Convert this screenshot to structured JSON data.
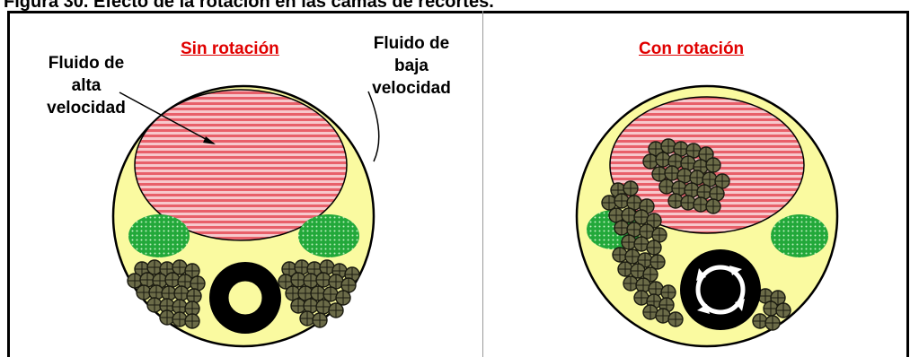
{
  "figure": {
    "title": "Figura 30. Efecto de la rotación en las camas de recortes."
  },
  "panels": [
    {
      "title": "Sin rotación",
      "labels": {
        "high_velocity": [
          "Fluido de",
          "alta",
          "velocidad"
        ],
        "low_velocity": [
          "Fluido de",
          "baja",
          "velocidad"
        ]
      }
    },
    {
      "title": "Con rotación"
    }
  ],
  "colors": {
    "annulus_fill": "#fafaa0",
    "high_velocity_stripes": "#e8606a",
    "low_velocity_zone": "#22a83a",
    "cuttings": "#4a4a30",
    "title_red": "#e00000",
    "pipe": "#000000"
  }
}
